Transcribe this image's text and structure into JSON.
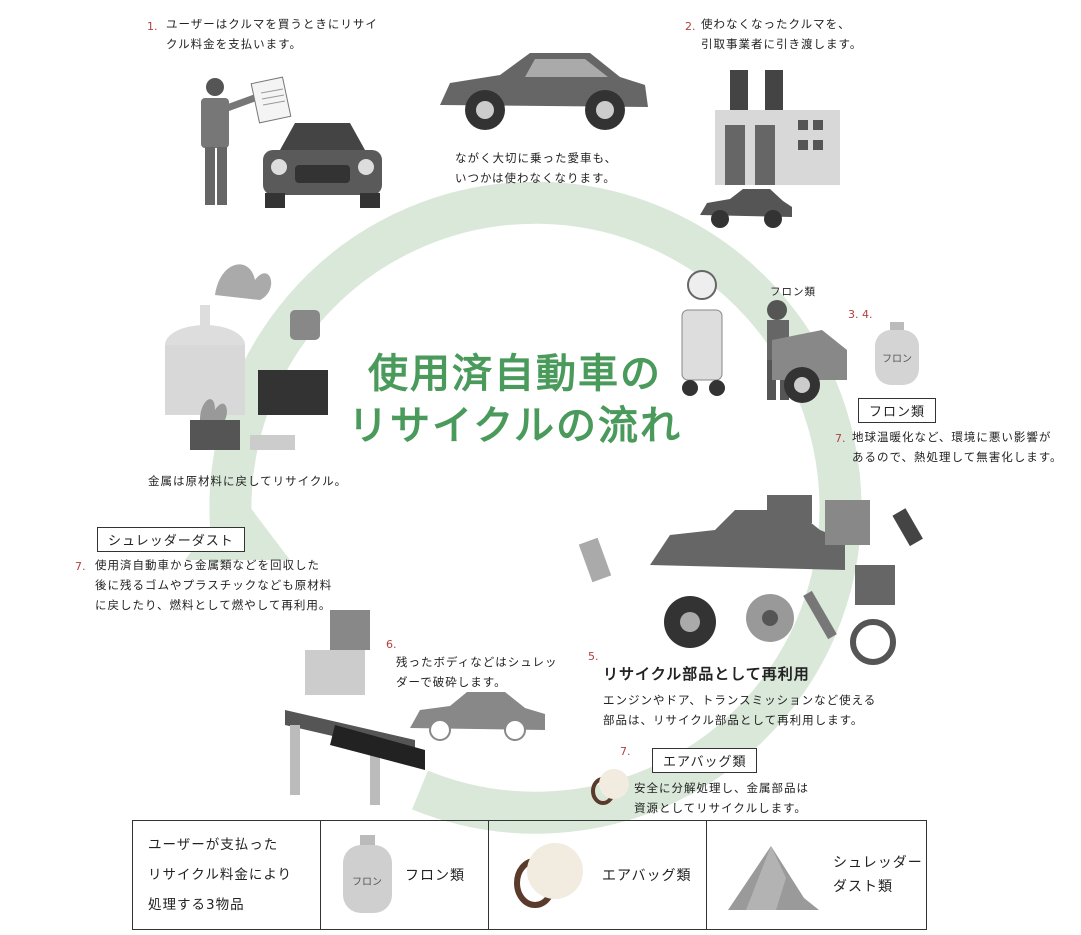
{
  "title": {
    "line1": "使用済自動車の",
    "line2": "リサイクルの流れ"
  },
  "steps": {
    "s1": {
      "num": "1.",
      "text1": "ユーザーはクルマを買うときにリサイ",
      "text2": "クル料金を支払います。"
    },
    "s2": {
      "num": "2.",
      "text1": "使わなくなったクルマを、",
      "text2": "引取事業者に引き渡します。"
    },
    "center_note": {
      "text1": "ながく大切に乗った愛車も、",
      "text2": "いつかは使わなくなります。"
    },
    "freon_small": "フロン類",
    "s34": {
      "num": "3. 4.",
      "box": "フロン類"
    },
    "s7_freon": {
      "num": "7.",
      "text1": "地球温暖化など、環境に悪い影響が",
      "text2": "あるので、熱処理して無害化します。"
    },
    "metal": "金属は原材料に戻してリサイクル。",
    "shredder_box": "シュレッダーダスト",
    "s7_shredder": {
      "num": "7.",
      "text1": "使用済自動車から金属類などを回収した",
      "text2": "後に残るゴムやプラスチックなども原材料",
      "text3": "に戻したり、燃料として燃やして再利用。"
    },
    "s6": {
      "num": "6.",
      "text1": "残ったボディなどはシュレッ",
      "text2": "ダーで破砕します。"
    },
    "s5": {
      "num": "5.",
      "head": "リサイクル部品として再利用",
      "text1": "エンジンやドア、トランスミッションなど使える",
      "text2": "部品は、リサイクル部品として再利用します。"
    },
    "s7_airbag": {
      "num": "7.",
      "box": "エアバッグ類",
      "text1": "安全に分解処理し、金属部品は",
      "text2": "資源としてリサイクルします。"
    }
  },
  "table": {
    "label1": "ユーザーが支払った",
    "label2": "リサイクル料金により",
    "label3": "処理する3物品",
    "item1": "フロン類",
    "item2": "エアバッグ類",
    "item3a": "シュレッダー",
    "item3b": "ダスト類",
    "canister_text": "フロン"
  },
  "colors": {
    "arrow": "#d9e8d9",
    "title": "#4a9a5c",
    "number": "#b0413e"
  }
}
